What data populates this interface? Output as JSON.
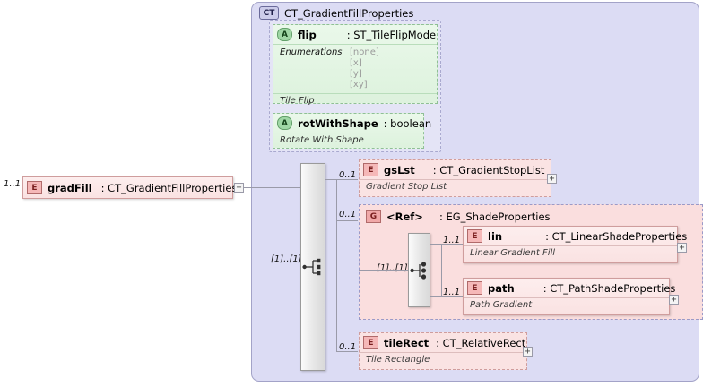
{
  "diagram": {
    "title": "CT_GradientFillProperties",
    "root": {
      "badge": "E",
      "name": "gradFill",
      "type": ": CT_GradientFillProperties",
      "cardinality": "1..1",
      "toggle": "−"
    },
    "container": {
      "badge": "CT",
      "title": "CT_GradientFillProperties"
    },
    "attributes": [
      {
        "badge": "A",
        "name": "flip",
        "type": ": ST_TileFlipMode",
        "enum_label": "Enumerations",
        "enum_values": [
          "[none]",
          "[x]",
          "[y]",
          "[xy]"
        ],
        "annotation": "Tile Flip"
      },
      {
        "badge": "A",
        "name": "rotWithShape",
        "type": ": boolean",
        "annotation": "Rotate With Shape"
      }
    ],
    "outer_sequence": {
      "kind": "sequence",
      "cardinality": "[1]..[1]"
    },
    "elements": [
      {
        "badge": "E",
        "name": "gsLst",
        "type": ": CT_GradientStopList",
        "annotation": "Gradient Stop List",
        "cardinality": "0..1",
        "toggle": "+"
      },
      {
        "badge": "E",
        "name": "tileRect",
        "type": ": CT_RelativeRect",
        "annotation": "Tile Rectangle",
        "cardinality": "0..1",
        "toggle": "+"
      }
    ],
    "group": {
      "badge": "G",
      "name": "<Ref>",
      "type": ": EG_ShadeProperties",
      "cardinality": "0..1",
      "inner_choice": {
        "kind": "choice",
        "cardinality": "[1]..[1]"
      },
      "children": [
        {
          "badge": "E",
          "name": "lin",
          "type": ": CT_LinearShadeProperties",
          "annotation": "Linear Gradient Fill",
          "cardinality": "1..1",
          "toggle": "+"
        },
        {
          "badge": "E",
          "name": "path",
          "type": ": CT_PathShadeProperties",
          "annotation": "Path Gradient",
          "cardinality": "1..1",
          "toggle": "+"
        }
      ]
    }
  }
}
